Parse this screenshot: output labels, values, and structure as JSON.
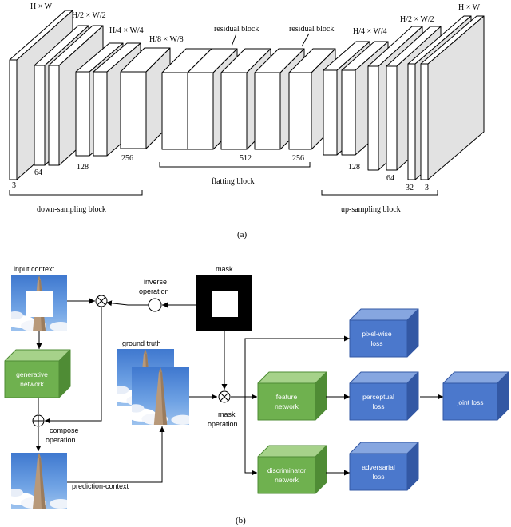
{
  "part_a": {
    "caption": "(a)",
    "dims": {
      "full_left": "H × W",
      "half_left": "H/2 × W/2",
      "quarter_left": "H/4 × W/4",
      "eighth": "H/8 × W/8",
      "quarter_right": "H/4 × W/4",
      "half_right": "H/2 × W/2",
      "full_right": "H × W"
    },
    "residual_labels": [
      "residual block",
      "residual block"
    ],
    "channels": {
      "c3_left": "3",
      "c64_left": "64",
      "c128_left": "128",
      "c256_left": "256",
      "c512": "512",
      "c256_mid": "256",
      "c128_right": "128",
      "c64_right": "64",
      "c32_right": "32",
      "c3_right": "3"
    },
    "blocks": {
      "down": "down-sampling block",
      "flat": "flatting block",
      "up": "up-sampling block"
    },
    "colors": {
      "face": "#ffffff",
      "side": "#e2e2e2",
      "edge": "#000000"
    }
  },
  "part_b": {
    "caption": "(b)",
    "labels": {
      "input_context": "input context",
      "mask": "mask",
      "inverse_op": [
        "inverse",
        "operation"
      ],
      "ground_truth": "ground truth",
      "mask_op": [
        "mask",
        "operation"
      ],
      "compose_op": [
        "compose",
        "operation"
      ],
      "prediction_context": "prediction-context"
    },
    "boxes": {
      "generative": [
        "generative",
        "network"
      ],
      "feature": [
        "feature",
        "network"
      ],
      "discriminator": [
        "discriminator",
        "network"
      ],
      "pixel_loss": [
        "pixel-wise",
        "loss"
      ],
      "perceptual_loss": [
        "perceptual",
        "loss"
      ],
      "adversarial_loss": [
        "adversarial",
        "loss"
      ],
      "joint_loss": "joint loss"
    },
    "colors": {
      "green_front": "#6fb14f",
      "green_top": "#a6d28a",
      "green_side": "#4f8c35",
      "blue_front": "#4b78cc",
      "blue_top": "#86a6e0",
      "blue_side": "#3358a4",
      "sky": "#5b8fd8",
      "obelisk": "#b8997a"
    }
  }
}
